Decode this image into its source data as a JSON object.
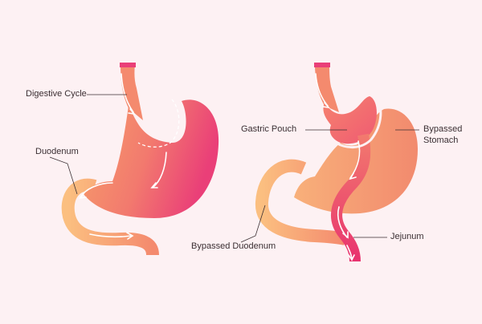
{
  "colors": {
    "background": "#fdf1f3",
    "stomach_light": "#f7a06a",
    "stomach_mid": "#f27a6e",
    "stomach_dark": "#ea3f78",
    "intestine_light": "#fbbf80",
    "jejunum": "#e8336f",
    "leader_line": "#3a2f33",
    "flow_arrow": "#ffffff"
  },
  "left_diagram": {
    "labels": {
      "digestive_cycle": "Digestive Cycle",
      "duodenum": "Duodenum"
    }
  },
  "right_diagram": {
    "labels": {
      "gastric_pouch": "Gastric Pouch",
      "bypassed_stomach_line1": "Bypassed",
      "bypassed_stomach_line2": "Stomach",
      "bypassed_duodenum": "Bypassed Duodenum",
      "jejunum": "Jejunum"
    }
  }
}
